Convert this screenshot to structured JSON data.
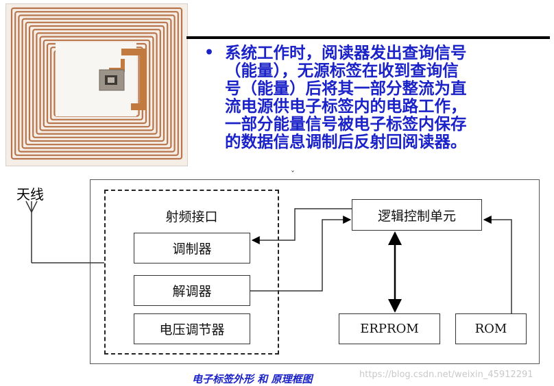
{
  "bullet": {
    "symbol": "•",
    "text": "系统工作时，阅读器发出查询信号\n（能量），无源标签在收到查询信\n号（能量）后将其一部分整流为直\n流电源供电子标签内的电路工作，\n一部分能量信号被电子标签内保存\n的数据信息调制后反射回阅读器。"
  },
  "diagram": {
    "antenna_label": "天线",
    "rf_interface_title": "射频接口",
    "modulator": "调制器",
    "demodulator": "解调器",
    "voltage_regulator": "电压调节器",
    "logic_unit": "逻辑控制单元",
    "erprom": "ERPROM",
    "rom": "ROM",
    "mid_mark": "ˇ"
  },
  "caption": "电子标签外形 和 原理框图",
  "watermark": "https://blog.csdn.net/weixin_45912291",
  "colors": {
    "text_blue": "#1a22c8",
    "coil_copper": "#b8744a"
  }
}
